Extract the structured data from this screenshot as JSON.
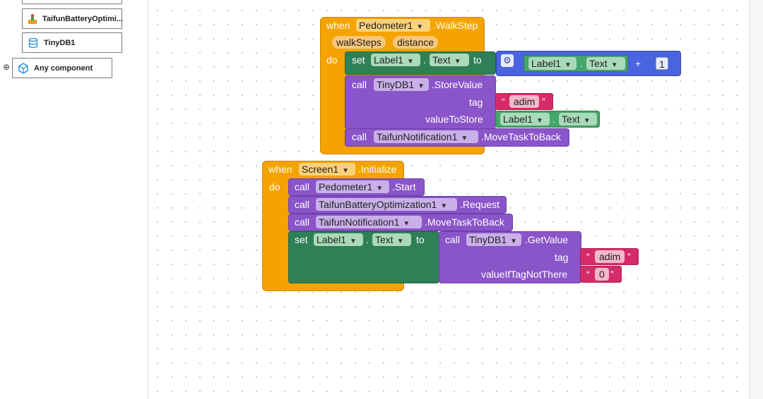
{
  "components": [
    {
      "label": "TaifunBatteryOptimi...",
      "icon": "battery-optimizer-icon"
    },
    {
      "label": "TinyDB1",
      "icon": "database-icon"
    },
    {
      "label": "Any component",
      "icon": "cube-icon"
    }
  ],
  "expand_symbol": "⊕",
  "block1": {
    "when": "when",
    "component": "Pedometer1",
    "event": ".WalkStep",
    "params": [
      "walkSteps",
      "distance"
    ],
    "do": "do",
    "set": "set",
    "set_component": "Label1",
    "dot": ".",
    "set_property": "Text",
    "to": "to",
    "add_component": "Label1",
    "add_property": "Text",
    "plus": "+",
    "num": "1",
    "call1": "call",
    "call1_component": "TinyDB1",
    "call1_method": ".StoreValue",
    "tag_label": "tag",
    "tag_value": "adim",
    "value_label": "valueToStore",
    "value_component": "Label1",
    "value_property": "Text",
    "call2": "call",
    "call2_component": "TaifunNotification1",
    "call2_method": ".MoveTaskToBack"
  },
  "block2": {
    "when": "when",
    "component": "Screen1",
    "event": ".Initialize",
    "do": "do",
    "c1": "call",
    "c1_component": "Pedometer1",
    "c1_method": ".Start",
    "c2": "call",
    "c2_component": "TaifunBatteryOptimization1",
    "c2_method": ".Request",
    "c3": "call",
    "c3_component": "TaifunNotification1",
    "c3_method": ".MoveTaskToBack",
    "set": "set",
    "set_component": "Label1",
    "dot": ".",
    "set_property": "Text",
    "to": "to",
    "get_call": "call",
    "get_component": "TinyDB1",
    "get_method": ".GetValue",
    "tag_label": "tag",
    "tag_value": "adim",
    "default_label": "valueIfTagNotThere",
    "default_value": "0"
  },
  "quote_open": "“",
  "quote_close": "”",
  "dropdown_arrow": "▼",
  "colors": {
    "event": "#f5a300",
    "setter": "#2f7f57",
    "call": "#8a55c9",
    "math": "#4a64df",
    "text": "#d52b68",
    "getter": "#45a56a"
  }
}
